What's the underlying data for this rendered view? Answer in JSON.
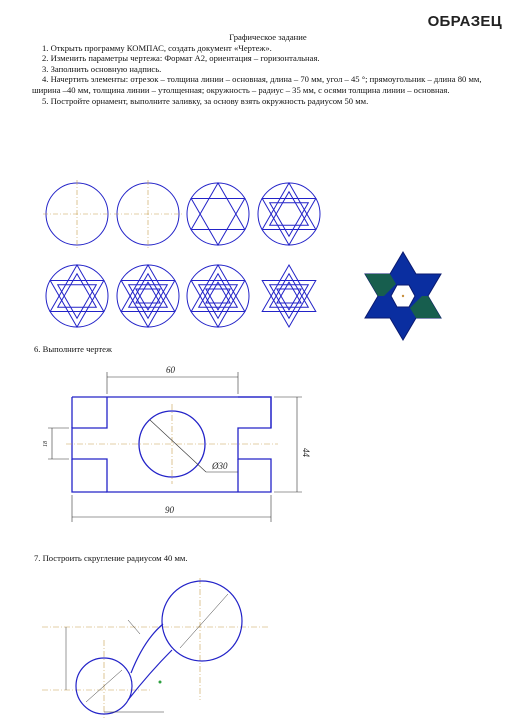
{
  "badge": "ОБРАЗЕЦ",
  "assignment": {
    "title": "Графическое задание",
    "items": [
      "1. Открыть программу КОМПАС, создать документ «Чертеж».",
      "2. Изменить параметры чертежа: Формат А2, ориентация – горизонтальная.",
      "3. Заполнить основную надпись.",
      "4. Начертить элементы: отрезок – толщина линии – основная, длина – 70 мм, угол – 45 °; прямоугольник – длина 80 мм, ширина –40 мм, толщина линии – утолщенная; окружность – радиус – 35 мм, с осями толщина линии – основная.",
      "5. Постройте орнамент, выполните заливку, за основу взять окружность радиусом 50 мм."
    ]
  },
  "task6": {
    "caption": "6. Выполните чертеж",
    "dims": {
      "top": "60",
      "bottom": "90",
      "right": "44",
      "left": "18",
      "diameter": "Ø30"
    }
  },
  "task7": {
    "caption": "7. Построить скругление радиусом 40 мм."
  },
  "colors": {
    "line": "#2323c8",
    "star_fill": "#0a2ea0",
    "star_accent": "#1a6a3a",
    "center": "#c89040"
  }
}
